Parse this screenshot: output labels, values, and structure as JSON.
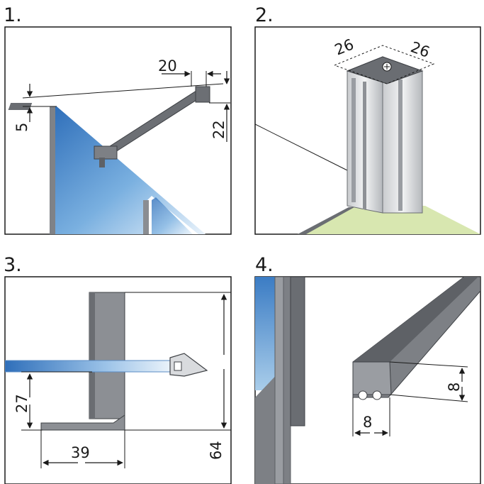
{
  "panels": [
    {
      "number": "1.",
      "dimensions": {
        "top_width": "20",
        "left_offset": "5",
        "right_height": "22"
      }
    },
    {
      "number": "2.",
      "dimensions": {
        "side_a": "26",
        "side_b": "26"
      }
    },
    {
      "number": "3.",
      "dimensions": {
        "height_small": "27",
        "width": "39",
        "height_total": "64"
      }
    },
    {
      "number": "4.",
      "dimensions": {
        "width": "8",
        "height": "8"
      }
    }
  ],
  "colors": {
    "frame": "#1a1a1a",
    "profile_gray": "#8c8f94",
    "profile_dark": "#5b5e63",
    "glass_blue": "#4a86c8",
    "floor_green": "#d8e7b0"
  }
}
